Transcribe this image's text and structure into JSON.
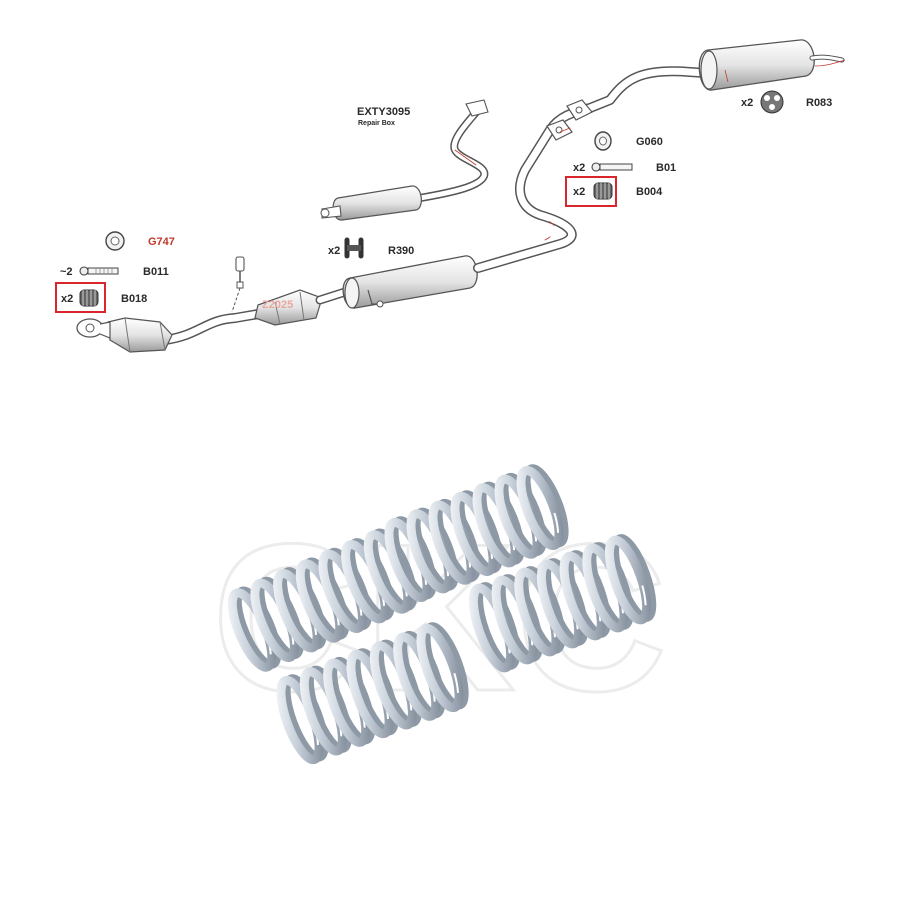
{
  "labels": {
    "g747": "G747",
    "b011": "B011",
    "b011_qty": "~2",
    "b018": "B018",
    "b018_qty": "x2",
    "exty": "EXTY3095",
    "exty_sub": "Repair Box",
    "r390": "R390",
    "r390_qty": "x2",
    "r083": "R083",
    "r083_qty": "x2",
    "g060": "G060",
    "b01": "B01",
    "b01_qty": "x2",
    "b004": "B004",
    "b004_qty": "x2",
    "cat_part": "Z2025"
  },
  "watermark": "CKC",
  "colors": {
    "highlight": "#d9262c",
    "label_red": "#c0392b",
    "pipe_outline": "#555555",
    "spring_light": "#eef2f6",
    "spring_mid": "#b9c4cf",
    "spring_dark": "#6f7b88"
  }
}
